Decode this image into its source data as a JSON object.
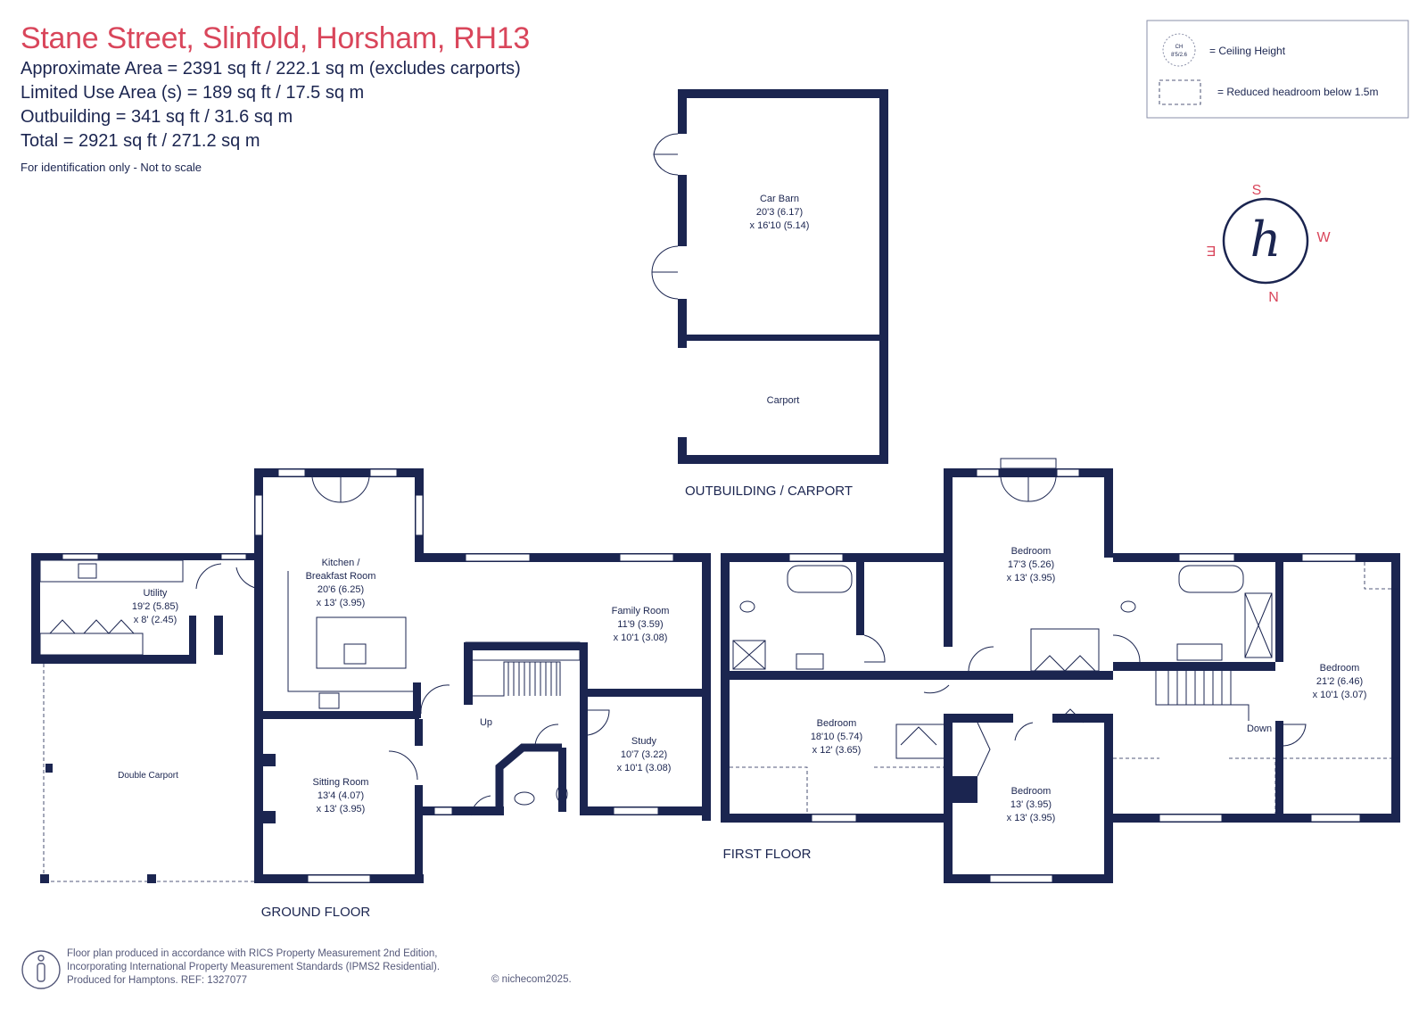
{
  "header": {
    "title": "Stane Street, Slinfold, Horsham, RH13",
    "area_lines": [
      "Approximate Area = 2391 sq ft / 222.1 sq m (excludes carports)",
      "Limited Use Area (s) = 189 sq ft / 17.5 sq m",
      "Outbuilding = 341 sq ft / 31.6 sq m",
      "Total = 2921 sq ft / 271.2 sq m"
    ],
    "note": "For identification only - Not to scale"
  },
  "legend": {
    "ceiling_label": "= Ceiling Height",
    "ceiling_symbol_top": "CH",
    "ceiling_symbol_bottom": "8'5/2.6",
    "reduced_label": "= Reduced headroom below 1.5m"
  },
  "compass": {
    "n": "N",
    "s": "S",
    "e": "E",
    "w": "W",
    "logo": "h"
  },
  "floors": {
    "outbuilding": "OUTBUILDING / CARPORT",
    "ground": "GROUND FLOOR",
    "first": "FIRST FLOOR"
  },
  "rooms": {
    "car_barn": [
      "Car Barn",
      "20'3 (6.17)",
      "x 16'10 (5.14)"
    ],
    "carport": [
      "Carport"
    ],
    "utility": [
      "Utility",
      "19'2 (5.85)",
      "x 8' (2.45)"
    ],
    "kitchen": [
      "Kitchen /",
      "Breakfast Room",
      "20'6 (6.25)",
      "x 13' (3.95)"
    ],
    "family": [
      "Family Room",
      "11'9 (3.59)",
      "x 10'1 (3.08)"
    ],
    "study": [
      "Study",
      "10'7 (3.22)",
      "x 10'1 (3.08)"
    ],
    "sitting": [
      "Sitting Room",
      "13'4 (4.07)",
      "x 13' (3.95)"
    ],
    "double_carport": [
      "Double Carport"
    ],
    "up": [
      "Up"
    ],
    "bed1": [
      "Bedroom",
      "17'3 (5.26)",
      "x 13' (3.95)"
    ],
    "bed2": [
      "Bedroom",
      "18'10 (5.74)",
      "x 12' (3.65)"
    ],
    "bed3": [
      "Bedroom",
      "13' (3.95)",
      "x 13' (3.95)"
    ],
    "bed4": [
      "Bedroom",
      "21'2 (6.46)",
      "x 10'1 (3.07)"
    ],
    "down": [
      "Down"
    ]
  },
  "footer": {
    "lines": [
      "Floor plan produced in accordance with RICS Property Measurement 2nd Edition,",
      "Incorporating International Property Measurement Standards (IPMS2 Residential).",
      "Produced for Hamptons.   REF: 1327077"
    ],
    "copyright": "© nichecom2025."
  },
  "colors": {
    "wall": "#1b2550",
    "title": "#d9465b",
    "compass": "#d9465b"
  }
}
